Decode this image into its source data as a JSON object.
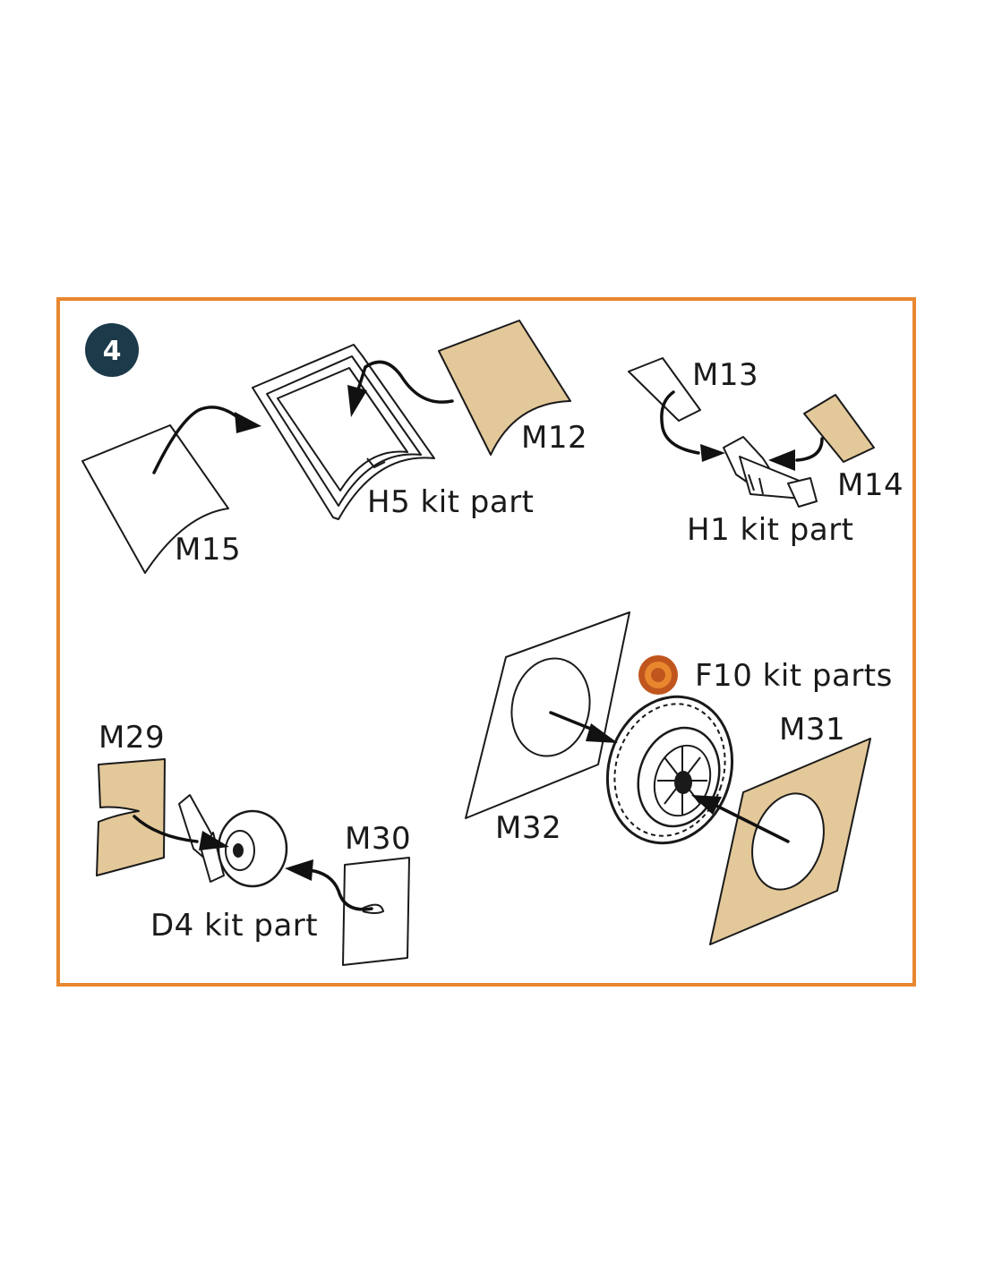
{
  "step": {
    "number": "4"
  },
  "colors": {
    "frame": "#e8872e",
    "badge": "#1c3a4a",
    "mask": "#e3c89a",
    "badge_alt": "#c0561e"
  },
  "icons": {
    "step_badge": "step-number-icon",
    "alt_badge": "kit-parts-badge-icon"
  },
  "labels": {
    "m15": "M15",
    "h5": "H5 kit part",
    "m12": "M12",
    "m13": "M13",
    "m14": "M14",
    "h1": "H1 kit part",
    "f10": "F10 kit parts",
    "m31": "M31",
    "m32": "M32",
    "m29": "M29",
    "m30": "M30",
    "d4": "D4 kit part"
  }
}
